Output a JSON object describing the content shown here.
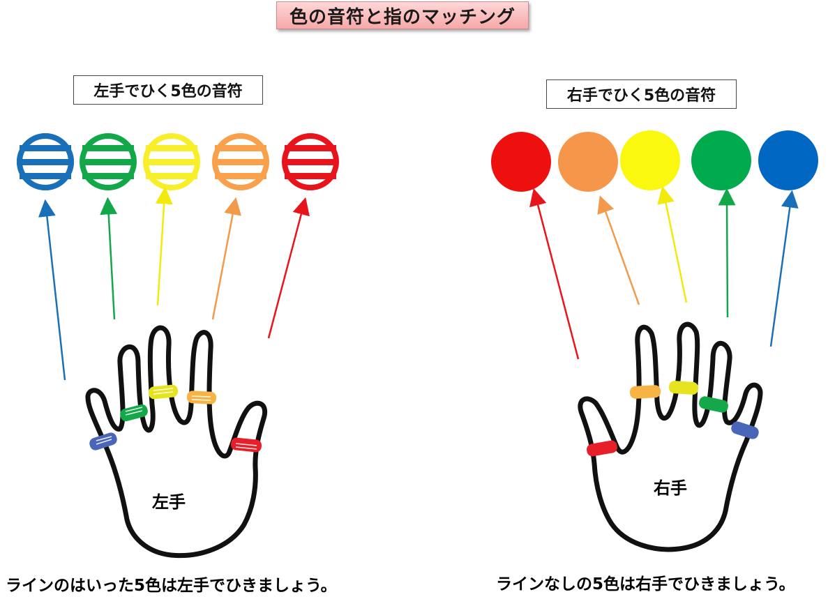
{
  "title": "色の音符と指のマッチング",
  "left": {
    "label": "左手でひく5色の音符",
    "hand_text": "左手",
    "caption": "ラインのはいった5色は左手でひきましょう。",
    "notes": [
      {
        "color": "#1a6fb9",
        "striped": true
      },
      {
        "color": "#12a84a",
        "striped": true
      },
      {
        "color": "#f7ef2a",
        "striped": true
      },
      {
        "color": "#f8a04c",
        "striped": true
      },
      {
        "color": "#e8141c",
        "striped": true
      }
    ]
  },
  "right": {
    "label": "右手でひく5色の音符",
    "hand_text": "右手",
    "caption": "ラインなしの5色は右手でひきましょう。",
    "notes": [
      {
        "color": "#ee0f0f",
        "striped": false
      },
      {
        "color": "#f5964a",
        "striped": false
      },
      {
        "color": "#fbf80f",
        "striped": false
      },
      {
        "color": "#00ab4d",
        "striped": false
      },
      {
        "color": "#0068c2",
        "striped": false
      }
    ]
  },
  "ring_colors": {
    "blue": "#4a66b8",
    "green": "#14a84a",
    "yellow": "#e6e41f",
    "orange": "#f7b445",
    "red": "#e61f2b"
  }
}
